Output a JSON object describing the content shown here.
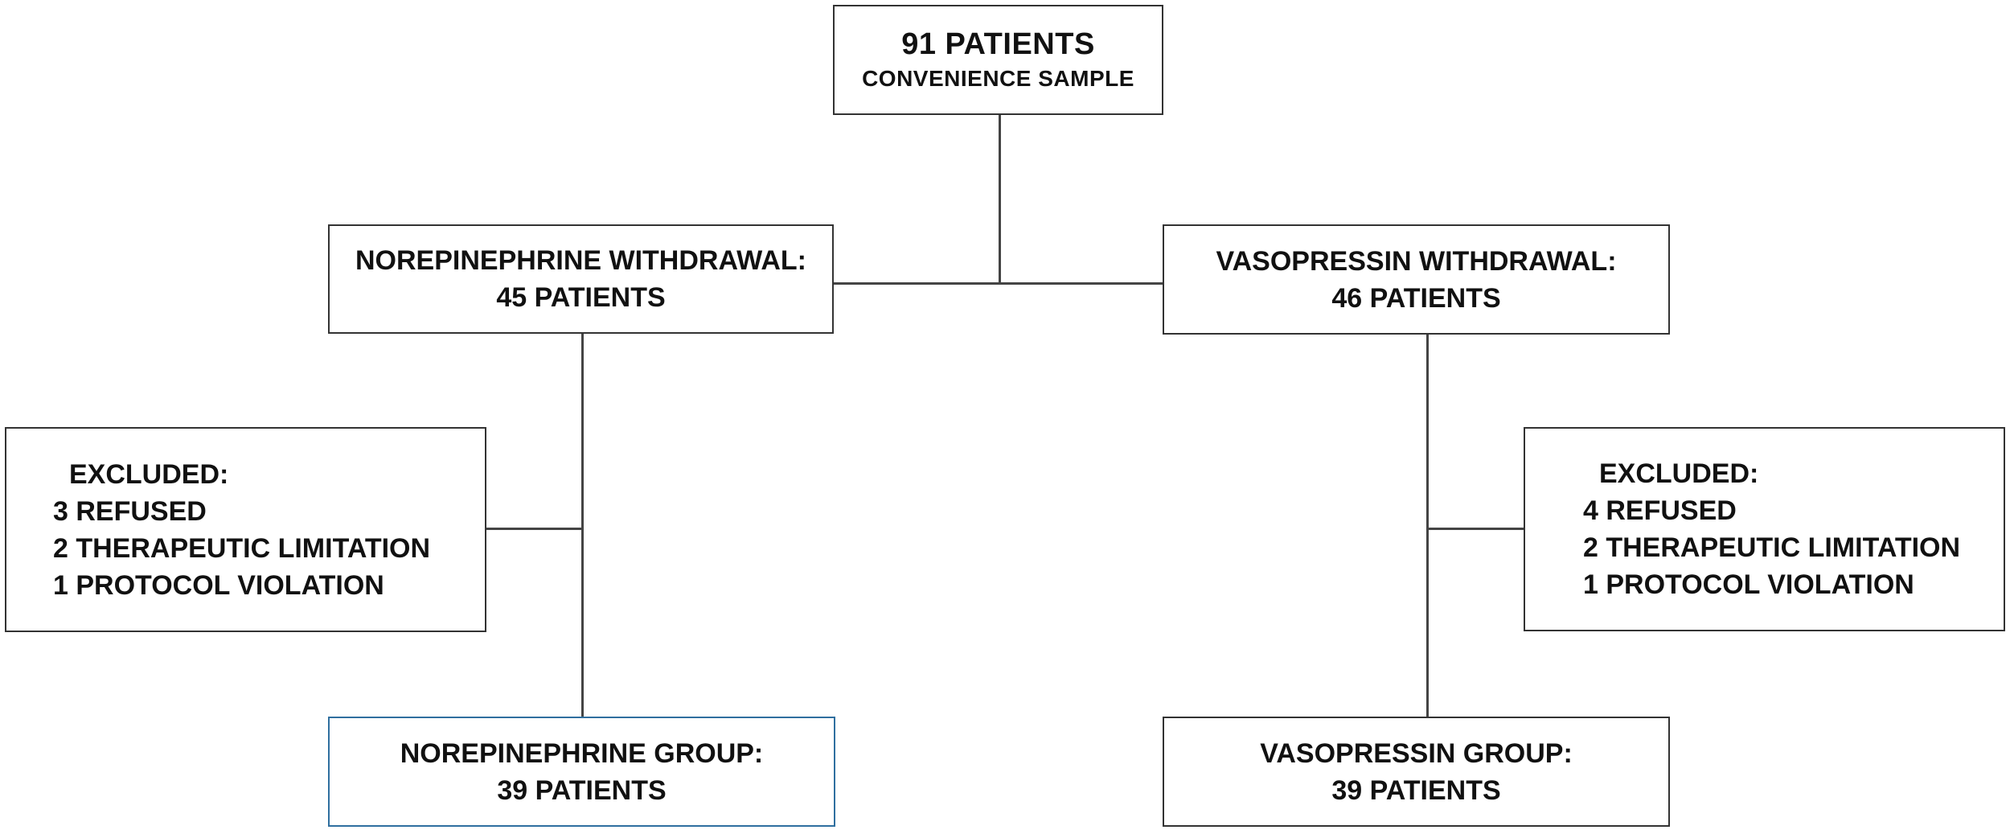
{
  "top": {
    "title": "91 PATIENTS",
    "subtitle": "CONVENIENCE SAMPLE"
  },
  "left_branch": {
    "withdrawal": {
      "line1": "NOREPINEPHRINE WITHDRAWAL:",
      "line2": "45 PATIENTS"
    },
    "excluded": {
      "heading": "EXCLUDED:",
      "items": [
        "3 REFUSED",
        "2 THERAPEUTIC LIMITATION",
        "1 PROTOCOL VIOLATION"
      ]
    },
    "group": {
      "line1": "NOREPINEPHRINE GROUP:",
      "line2": "39 PATIENTS"
    }
  },
  "right_branch": {
    "withdrawal": {
      "line1": "VASOPRESSIN WITHDRAWAL:",
      "line2": "46 PATIENTS"
    },
    "excluded": {
      "heading": "EXCLUDED:",
      "items": [
        "4 REFUSED",
        "2 THERAPEUTIC LIMITATION",
        "1 PROTOCOL VIOLATION"
      ]
    },
    "group": {
      "line1": "VASOPRESSIN GROUP:",
      "line2": "39 PATIENTS"
    }
  },
  "colors": {
    "box_border": "#333333",
    "highlight_border": "#2f6f9f",
    "connector": "#444444",
    "text": "#111111"
  }
}
